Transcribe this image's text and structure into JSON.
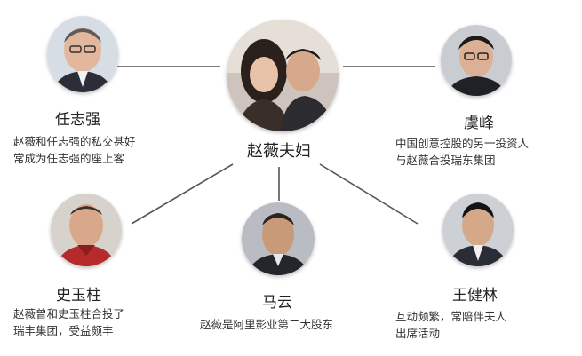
{
  "center": {
    "name": "赵薇夫妇",
    "photo_icon": "couple-portrait-icon"
  },
  "people": [
    {
      "id": "ren",
      "name": "任志强",
      "desc": [
        "赵薇和任志强的私交甚好",
        "常成为任志强的座上客"
      ],
      "photo_icon": "portrait-icon"
    },
    {
      "id": "yu",
      "name": "虞峰",
      "desc": [
        "中国创意控股的另一投资人",
        "与赵薇合投瑞东集团"
      ],
      "photo_icon": "portrait-icon"
    },
    {
      "id": "shi",
      "name": "史玉柱",
      "desc": [
        "赵薇曾和史玉柱合投了",
        "瑞丰集团，受益颇丰"
      ],
      "photo_icon": "portrait-icon"
    },
    {
      "id": "ma",
      "name": "马云",
      "desc": [
        "赵薇是阿里影业第二大股东"
      ],
      "photo_icon": "portrait-icon"
    },
    {
      "id": "wang",
      "name": "王健林",
      "desc": [
        "互动频繁，常陪伴夫人",
        "出席活动"
      ],
      "photo_icon": "portrait-icon"
    }
  ]
}
